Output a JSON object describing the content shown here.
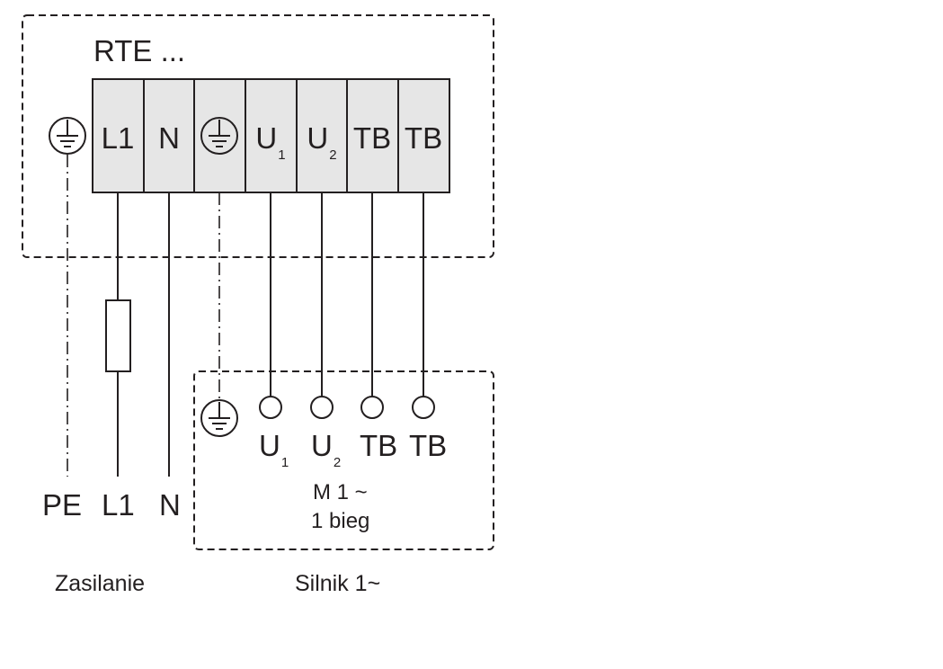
{
  "controller": {
    "title": "RTE ...",
    "terminals": [
      {
        "label": "L1",
        "sub": ""
      },
      {
        "label": "N",
        "sub": ""
      },
      {
        "label": "",
        "sub": "",
        "icon": "ground-icon"
      },
      {
        "label": "U",
        "sub": "1"
      },
      {
        "label": "U",
        "sub": "2"
      },
      {
        "label": "TB",
        "sub": ""
      },
      {
        "label": "TB",
        "sub": ""
      }
    ]
  },
  "supply": {
    "pe_label": "PE",
    "l1_label": "L1",
    "n_label": "N",
    "caption": "Zasilanie"
  },
  "motor": {
    "terminals": [
      {
        "label": "U",
        "sub": "1"
      },
      {
        "label": "U",
        "sub": "2"
      },
      {
        "label": "TB",
        "sub": ""
      },
      {
        "label": "TB",
        "sub": ""
      }
    ],
    "type_line1": "M 1 ~",
    "type_line2": "1 bieg",
    "caption": "Silnik 1~"
  },
  "colors": {
    "line": "#231f20",
    "terminal_fill": "#e6e6e6"
  }
}
